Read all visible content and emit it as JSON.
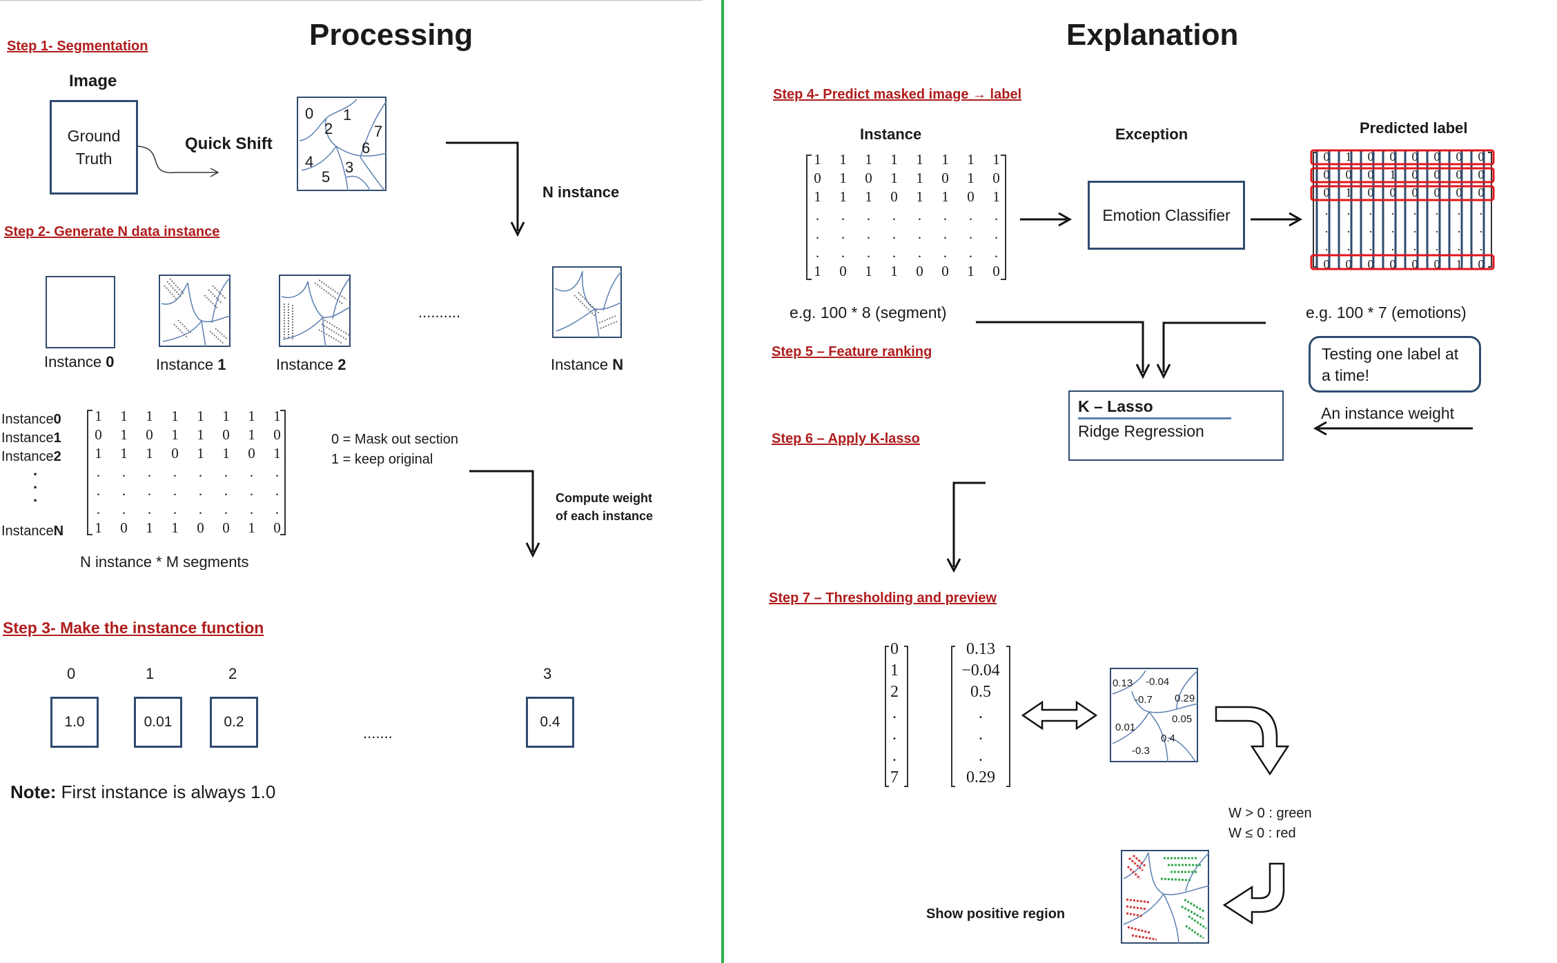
{
  "colors": {
    "step": "#b01c1c",
    "box_border": "#2f4b6e",
    "divider": "#2bb04a",
    "positive": "#2ea84a",
    "negative": "#d0353a"
  },
  "left": {
    "title": "Processing",
    "step1": "Step 1- Segmentation",
    "image_label": "Image",
    "ground_truth": [
      "Ground",
      "Truth"
    ],
    "quick_shift": "Quick Shift",
    "segment_numbers": [
      "0",
      "1",
      "2",
      "7",
      "6",
      "4",
      "3",
      "5"
    ],
    "n_instance": "N instance",
    "step2": "Step 2- Generate N data instance",
    "instances": [
      {
        "prefix": "Instance ",
        "num": "0"
      },
      {
        "prefix": "Instance ",
        "num": "1"
      },
      {
        "prefix": "Instance ",
        "num": "2"
      },
      {
        "prefix": "Instance ",
        "num": "N"
      }
    ],
    "dots": "..........",
    "matrix_rows_labels": [
      {
        "prefix": "Instance",
        "num": "0"
      },
      {
        "prefix": "Instance",
        "num": "1"
      },
      {
        "prefix": "Instance",
        "num": "2"
      },
      {
        "prefix": "Instance",
        "num": "N"
      }
    ],
    "matrix": [
      [
        "1",
        "1",
        "1",
        "1",
        "1",
        "1",
        "1",
        "1"
      ],
      [
        "0",
        "1",
        "0",
        "1",
        "1",
        "0",
        "1",
        "0"
      ],
      [
        "1",
        "1",
        "1",
        "0",
        "1",
        "1",
        "0",
        "1"
      ],
      [
        ".",
        ".",
        ".",
        ".",
        ".",
        ".",
        ".",
        "."
      ],
      [
        ".",
        ".",
        ".",
        ".",
        ".",
        ".",
        ".",
        "."
      ],
      [
        ".",
        ".",
        ".",
        ".",
        ".",
        ".",
        ".",
        "."
      ],
      [
        "1",
        "0",
        "1",
        "1",
        "0",
        "0",
        "1",
        "0"
      ]
    ],
    "mask_out": "0 = Mask out section",
    "keep_original": "1 = keep original",
    "compute_weight": [
      "Compute weight",
      "of each instance"
    ],
    "matrix_caption": "N instance * M segments",
    "step3": "Step 3- Make the instance function",
    "func_indices": [
      "0",
      "1",
      "2",
      "3"
    ],
    "func_values": [
      "1.0",
      "0.01",
      "0.2",
      "0.4"
    ],
    "func_dots": ".......",
    "note_bold": "Note:",
    "note_text": " First instance is always 1.0"
  },
  "right": {
    "title": "Explanation",
    "step4": "Step 4- Predict masked image → label",
    "instance_label": "Instance",
    "exception_label": "Exception",
    "predicted_label": "Predicted label",
    "classifier": "Emotion Classifier",
    "matrix": [
      [
        "1",
        "1",
        "1",
        "1",
        "1",
        "1",
        "1",
        "1"
      ],
      [
        "0",
        "1",
        "0",
        "1",
        "1",
        "0",
        "1",
        "0"
      ],
      [
        "1",
        "1",
        "1",
        "0",
        "1",
        "1",
        "0",
        "1"
      ],
      [
        ".",
        ".",
        ".",
        ".",
        ".",
        ".",
        ".",
        "."
      ],
      [
        ".",
        ".",
        ".",
        ".",
        ".",
        ".",
        ".",
        "."
      ],
      [
        ".",
        ".",
        ".",
        ".",
        ".",
        ".",
        ".",
        "."
      ],
      [
        "1",
        "0",
        "1",
        "1",
        "0",
        "0",
        "1",
        "0"
      ]
    ],
    "pred_matrix": [
      [
        "0",
        "1",
        "0",
        "0",
        "0",
        "0",
        "0",
        "0"
      ],
      [
        "0",
        "0",
        "0",
        "1",
        "0",
        "0",
        "0",
        "0"
      ],
      [
        "0",
        "1",
        "0",
        "0",
        "0",
        "0",
        "0",
        "0"
      ],
      [
        ".",
        ".",
        ".",
        ".",
        ".",
        ".",
        ".",
        "."
      ],
      [
        ".",
        ".",
        ".",
        ".",
        ".",
        ".",
        ".",
        "."
      ],
      [
        ".",
        ".",
        ".",
        ".",
        ".",
        ".",
        ".",
        "."
      ],
      [
        "0",
        "0",
        "0",
        "0",
        "0",
        "0",
        "1",
        "0"
      ]
    ],
    "eg_segments": "e.g.   100 * 8 (segment)",
    "eg_emotions": "e.g.   100 * 7 (emotions)",
    "step5": "Step 5 – Feature ranking",
    "testing": "Testing one label at a time!",
    "klasso": "K – Lasso",
    "ridge": "Ridge Regression",
    "instance_weight": "An instance weight",
    "step6": "Step 6 – Apply K-lasso",
    "step7": "Step 7 – Thresholding and preview",
    "idx_vector": [
      "0",
      "1",
      "2",
      ".",
      ".",
      ".",
      "7"
    ],
    "weight_vector": [
      "0.13",
      "−0.04",
      "0.5",
      ".",
      ".",
      ".",
      "0.29"
    ],
    "seg_weights": [
      "0.13",
      "-0.04",
      "-0.7",
      "0.29",
      "0.05",
      "0.01",
      "0.4",
      "-0.3"
    ],
    "rule_pos": "W > 0 : green",
    "rule_neg": "W ≤ 0 : red",
    "show_positive": "Show positive region"
  }
}
